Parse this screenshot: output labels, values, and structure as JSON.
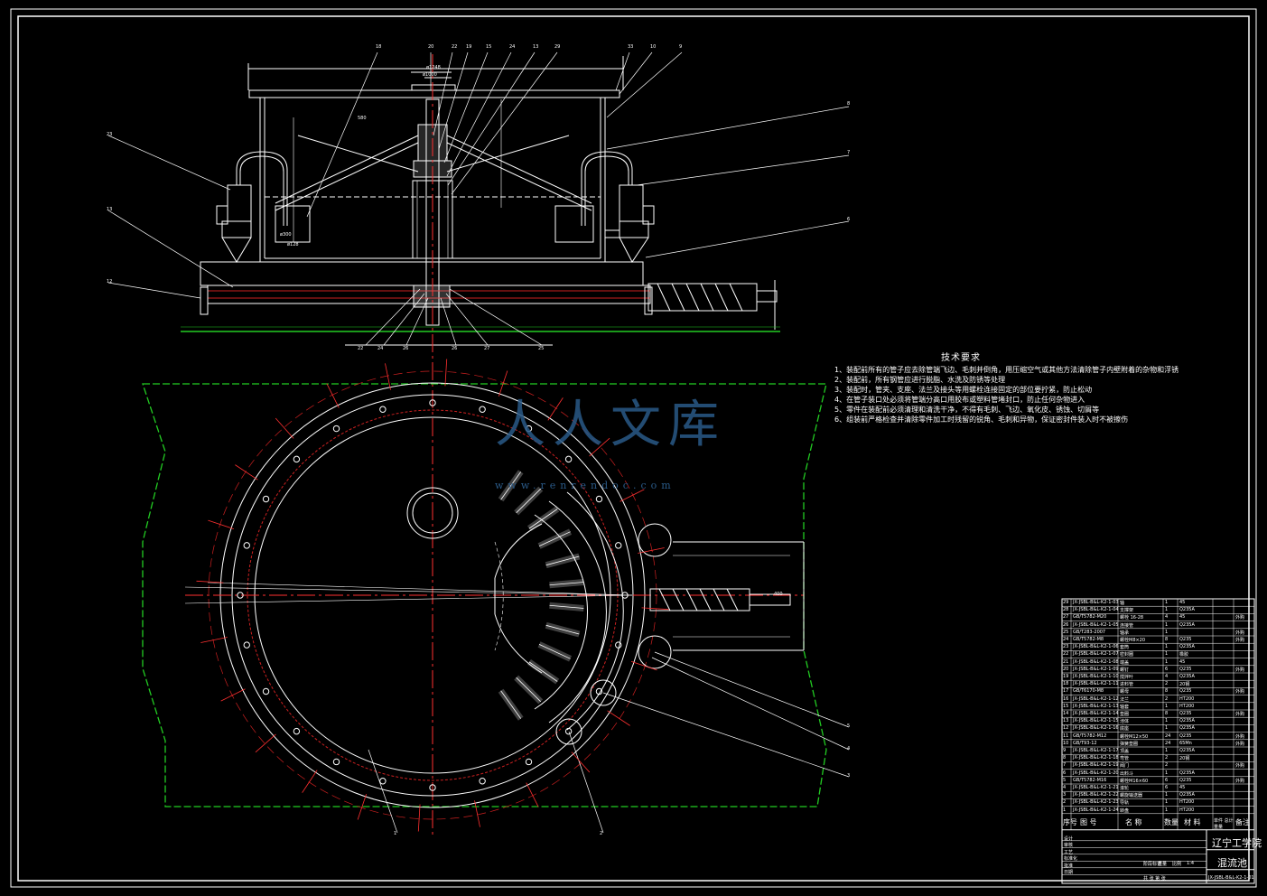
{
  "technical_requirements": {
    "title": "技术要求",
    "items": [
      "1、装配前所有的管子应去除管端飞边、毛刺并倒角，用压缩空气或其他方法清除管子内壁附着的杂物和浮锈",
      "2、装配前，所有钢管应进行脱脂、水洗及防锈等处理",
      "3、装配时，管夹、支座、法兰及接头等用螺栓连接固定的部位要拧紧，防止松动",
      "4、在管子装口处必须将管端分高口用胶布或塑料管堵封口，防止任何杂物进入",
      "5、零件在装配前必须清理和清洗干净，不得有毛刺、飞边、氧化皮、锈蚀、切屑等",
      "6、组装前严格检查并清除零件加工时残留的锐角、毛刺和异物，保证密封件装入时不被擦伤"
    ]
  },
  "watermark": {
    "text": "人人文库",
    "url": "www.renrendoc.com"
  },
  "callouts_top": [
    "18",
    "20",
    "22",
    "19",
    "15",
    "24",
    "13",
    "29",
    "33",
    "10",
    "9"
  ],
  "callouts_right": [
    "8",
    "7",
    "6"
  ],
  "callouts_left": [
    "23",
    "13",
    "12"
  ],
  "callouts_bottom": [
    "22",
    "24",
    "26",
    "26",
    "27",
    "25"
  ],
  "callouts_plan": [
    "5",
    "4",
    "3",
    "1",
    "2"
  ],
  "dim_labels": [
    "ø1248",
    "ø1000",
    "580",
    "ø300",
    "ø128",
    "400"
  ],
  "title_block": {
    "school": "辽宁工学院",
    "drawing_name": "混流池",
    "drawing_no": "JX-JSBL-B&L-K2-1-01",
    "header": [
      "序号",
      "图 号",
      "名 称",
      "数量",
      "材 料",
      "单件 总计 重量",
      "备注"
    ],
    "rows": [
      [
        "29",
        "JX-JSBL-B&L-K2-1-03",
        "轴",
        "1",
        "45",
        ""
      ],
      [
        "28",
        "JX-JSBL-B&L-K2-1-04",
        "支撑架",
        "1",
        "Q235A",
        ""
      ],
      [
        "27",
        "GB/T5782-M20",
        "螺栓 16-28",
        "4",
        "45",
        "外购"
      ],
      [
        "26",
        "JX-JSBL-B&L-K2-1-05",
        "连接管",
        "1",
        "Q235A",
        ""
      ],
      [
        "25",
        "GB/T283-2007",
        "轴承",
        "1",
        "",
        "外购"
      ],
      [
        "24",
        "GB/T5782-M8",
        "螺栓M8×20",
        "8",
        "Q235",
        "外购"
      ],
      [
        "23",
        "JX-JSBL-B&L-K2-1-06",
        "套筒",
        "1",
        "Q235A",
        ""
      ],
      [
        "22",
        "JX-JSBL-B&L-K2-1-07",
        "密封圈",
        "1",
        "橡胶",
        ""
      ],
      [
        "21",
        "JX-JSBL-B&L-K2-1-08",
        "端盖",
        "1",
        "45",
        ""
      ],
      [
        "20",
        "JX-JSBL-B&L-K2-1-09",
        "螺钉",
        "6",
        "Q235",
        "外购"
      ],
      [
        "19",
        "JX-JSBL-B&L-K2-1-10",
        "搅拌叶",
        "4",
        "Q235A",
        ""
      ],
      [
        "18",
        "JX-JSBL-B&L-K2-1-11",
        "进料管",
        "2",
        "20钢",
        ""
      ],
      [
        "17",
        "GB/T6170-M8",
        "螺母",
        "8",
        "Q235",
        "外购"
      ],
      [
        "16",
        "JX-JSBL-B&L-K2-1-12",
        "法兰",
        "2",
        "HT200",
        ""
      ],
      [
        "15",
        "JX-JSBL-B&L-K2-1-13",
        "轴套",
        "1",
        "HT200",
        ""
      ],
      [
        "14",
        "JX-JSBL-B&L-K2-1-14",
        "垫圈",
        "8",
        "Q235",
        "外购"
      ],
      [
        "13",
        "JX-JSBL-B&L-K2-1-15",
        "池体",
        "1",
        "Q235A",
        ""
      ],
      [
        "12",
        "JX-JSBL-B&L-K2-1-16",
        "底座",
        "1",
        "Q235A",
        ""
      ],
      [
        "11",
        "GB/T5782-M12",
        "螺栓M12×50",
        "24",
        "Q235",
        "外购"
      ],
      [
        "10",
        "GB/T93-12",
        "弹簧垫圈",
        "24",
        "65Mn",
        "外购"
      ],
      [
        "9",
        "JX-JSBL-B&L-K2-1-17",
        "顶盖",
        "1",
        "Q235A",
        ""
      ],
      [
        "8",
        "JX-JSBL-B&L-K2-1-18",
        "弯管",
        "2",
        "20钢",
        ""
      ],
      [
        "7",
        "JX-JSBL-B&L-K2-1-19",
        "阀门",
        "2",
        "",
        "外购"
      ],
      [
        "6",
        "JX-JSBL-B&L-K2-1-20",
        "出料斗",
        "1",
        "Q235A",
        ""
      ],
      [
        "5",
        "GB/T5782-M16",
        "螺栓M16×60",
        "6",
        "Q235",
        "外购"
      ],
      [
        "4",
        "JX-JSBL-B&L-K2-1-21",
        "滚轮",
        "6",
        "45",
        ""
      ],
      [
        "3",
        "JX-JSBL-B&L-K2-1-22",
        "螺旋输送器",
        "1",
        "Q235A",
        ""
      ],
      [
        "2",
        "JX-JSBL-B&L-K2-1-23",
        "导轨",
        "1",
        "HT200",
        ""
      ],
      [
        "1",
        "JX-JSBL-B&L-K2-1-24",
        "转盘",
        "1",
        "HT200",
        ""
      ]
    ],
    "sign_labels": [
      "设计",
      "审核",
      "工艺",
      "标准化",
      "批准",
      "日期"
    ],
    "scale_labels": [
      "阶段标记",
      "重量",
      "比例",
      "1:4"
    ],
    "sheet_label": "共 张 第 张"
  },
  "colors": {
    "background": "#000000",
    "line": "#ffffff",
    "center_line": "#ff3030",
    "hatch_red": "#cc2020",
    "boundary_green": "#22cc22",
    "watermark": "#2a5a88"
  }
}
